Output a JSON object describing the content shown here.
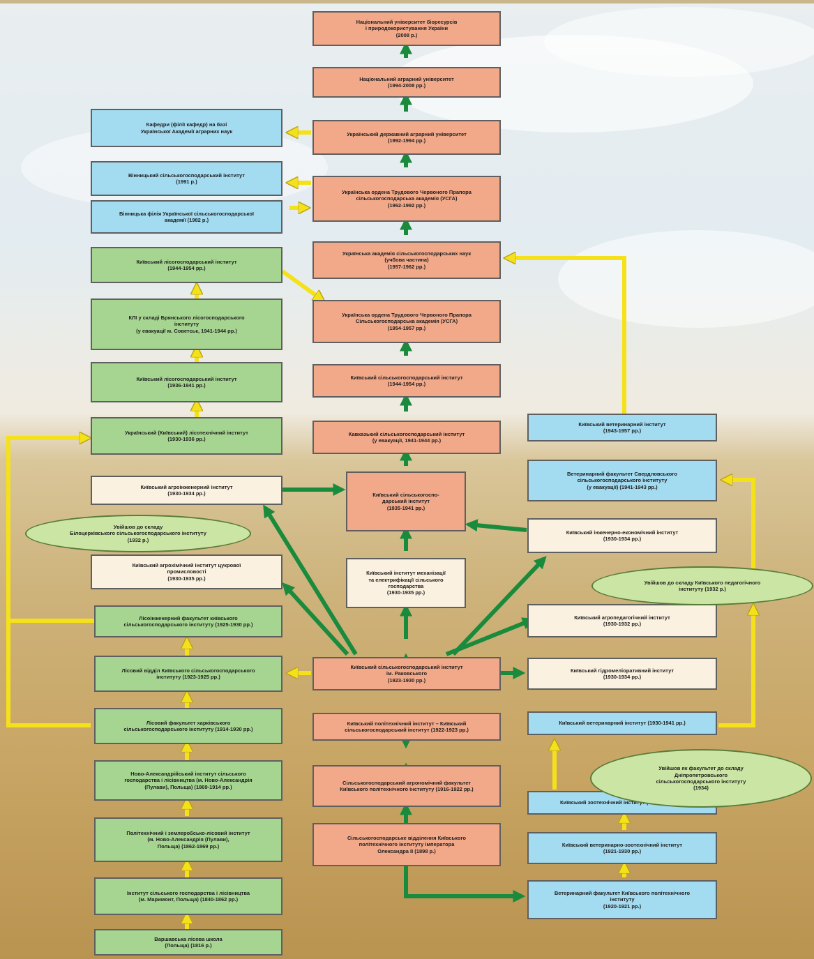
{
  "boxes": {
    "nubip": [
      "Національний університет біоресурсів",
      "і природокористування України",
      "(2008 р.)"
    ],
    "nau": [
      "Національний аграрний університет",
      "(1994-2008 рр.)"
    ],
    "udau": [
      "Український державний аграрний університет",
      "(1992-1994 рр.)"
    ],
    "usga2": [
      "Українська ордена Трудового Червоного Прапора",
      "сільськогосподарська академія (УСГА)",
      "(1962-1992 рр.)"
    ],
    "uashn": [
      "Українська академія сільськогосподарських наук",
      "(учбова частина)",
      "(1957-1962 рр.)"
    ],
    "usga1": [
      "Українська ордена Трудового Червоного Прапора",
      "Сільськогосподарська академія (УСГА)",
      "(1954-1957 рр.)"
    ],
    "ksgi2": [
      "Київський сільськогосподарський інститут",
      "(1944-1954 рр.)"
    ],
    "kavkaz": [
      "Кавказький сільськогосподарський інститут",
      "(у евакуації, 1941-1944 рр.)"
    ],
    "ksgi1": [
      "Київський сільськогоспо-",
      "дарський інститут",
      "(1935-1941 рр.)"
    ],
    "mech": [
      "Київський інститут механізації",
      "та електрифікації сільського",
      "господарства",
      "(1930-1935 рр.)"
    ],
    "rakovsky": [
      "Київський сільськогосподарський інститут",
      "ім. Раковського",
      "(1923-1930 рр.)"
    ],
    "poly": [
      "Київський політехнічний інститут – Київський",
      "сільськогосподарський інститут (1922-1923 рр.)"
    ],
    "agrofac": [
      "Сільськогосподарський агрономічний факультет",
      "Київського політехнічного інституту (1916-1922 рр.)"
    ],
    "dept1898": [
      "Сільськогосподарське відділення Київського",
      "політехнічного інституту імператора",
      "Олександра ІІ (1898 р.)"
    ],
    "kafedry": [
      "Кафедри (філії кафедр) на базі",
      "Української Академії аграрних наук"
    ],
    "vinn": [
      "Вінницький сільськогосподарський інститут",
      "(1991 р.)"
    ],
    "vinnfil": [
      "Вінницька філія Української сільськогосподарської",
      "академії (1982 р.)"
    ],
    "vetinst": [
      "Київський ветеринарний інститут",
      "(1943-1957 рр.)"
    ],
    "sverdl": [
      "Ветеринарний факультет Свердловського",
      "сільськогосподарського інституту",
      "(у евакуації) (1941-1943 рр.)"
    ],
    "vetinst2": [
      "Київський ветеринарний інститут (1930-1941 рр.)"
    ],
    "zoo": [
      "Київський зоотехнічний інститут (1930-1934 рр.)"
    ],
    "vetzoo": [
      "Київський ветеринарно-зоотехнічний інститут",
      "(1921-1930 рр.)"
    ],
    "vetfac": [
      "Ветеринарний факультет Київського політехнічного",
      "інституту",
      "(1920-1921 рр.)"
    ],
    "ing": [
      "Київський інженерно-економічний інститут",
      "(1930-1934 рр.)"
    ],
    "agroped": [
      "Київський агропедагогічний інститут",
      "(1930-1932 рр.)"
    ],
    "hydro": [
      "Київський гідромеліоративний інститут",
      "(1930-1934 рр.)"
    ],
    "forest5": [
      "Київський лісогосподарський інститут",
      "(1944-1954 рр.)"
    ],
    "kpi_bryansk": [
      "КЛІ у складі Брянського лісогосподарського",
      "інституту",
      "(у евакуації м. Советськ, 1941-1944 рр.)"
    ],
    "forest4": [
      "Київський лісогосподарський інститут",
      "(1936-1941 рр.)"
    ],
    "forest3": [
      "Український (Київський) лісотехнічний інститут",
      "(1930-1936 рр.)"
    ],
    "agroeng": [
      "Київський агроінженерний інститут",
      "(1930-1934 рр.)"
    ],
    "sugar": [
      "Київський агрохімічний інститут цукрової",
      "промисловості",
      "(1930-1935 рр.)"
    ],
    "forestfac2": [
      "Лісоінженерний факультет київського",
      "сільськогосподарського інституту (1925-1930 рр.)"
    ],
    "forestdept": [
      "Лісовий відділ Київського сільськогосподарського",
      "інституту (1923-1925 рр.)"
    ],
    "forestfac1": [
      "Лісовий факультет харківського",
      "сільськогосподарського інституту (1914-1930 рр.)"
    ],
    "novoalex2": [
      "Ново-Александрійський інститут сільського",
      "господарства і лісівництва (м. Ново-Александрія",
      "(Пулави), Польща) (1869-1914 рр.)"
    ],
    "novoalex1": [
      "Політехнічний і землеробсько-лісовий інститут",
      "(м. Ново-Александрія (Пулави),",
      "Польща) (1862-1869 рр.)"
    ],
    "marymont": [
      "Інститут сільського господарства і лісівництва",
      "(м. Маримонт, Польща) (1840-1862 рр.)"
    ],
    "warsaw": [
      "Варшавська лісова школа",
      "(Польща) (1816 р.)"
    ]
  },
  "ovals": {
    "oval_bc": [
      "Увійшов до складу",
      "Білоцерківського сільськогосподарського інституту",
      "(1932 р.)"
    ],
    "oval_ped": [
      "Увійшов до складу Київського педагогічного",
      "інституту (1932 р.)"
    ],
    "oval_dnipro": [
      "Увійшов як факультет до складу",
      "Дніпропетровського",
      "сільськогосподарського інституту",
      "(1934)"
    ]
  },
  "colors": {
    "salmon": "#f2a98a",
    "green": "#a6d591",
    "blue": "#a3dbf0",
    "cream": "#fbf1e0",
    "arrow_green": "#1a8a3c",
    "arrow_yellow": "#f5e11a"
  }
}
